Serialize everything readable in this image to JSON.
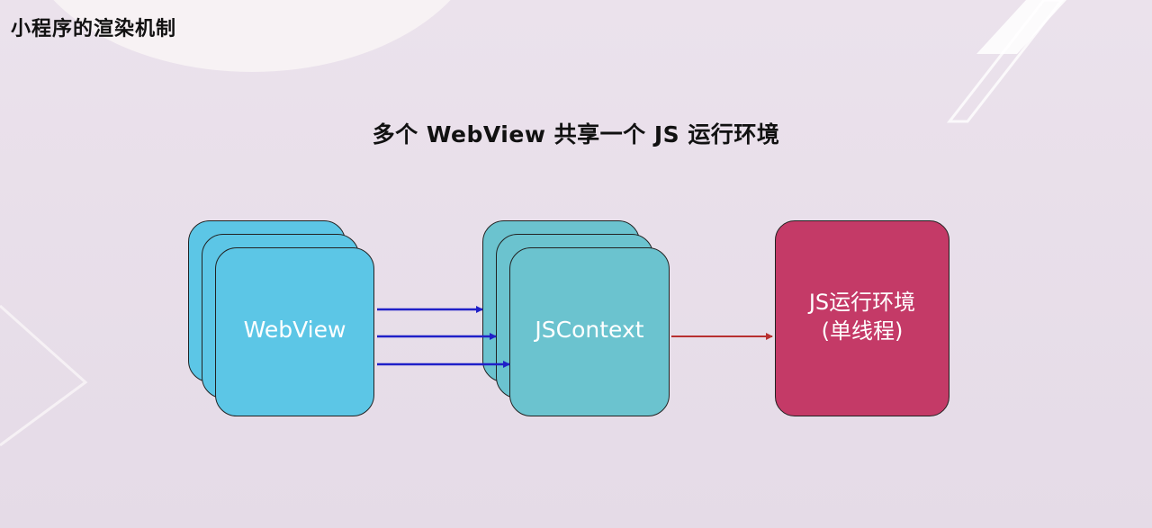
{
  "slide": {
    "title": "小程序的渲染机制",
    "subtitle": "多个 WebView 共享一个 JS 运行环境"
  },
  "diagram": {
    "webview_label": "WebView",
    "jscontext_label": "JSContext",
    "js_env_label_line1": "JS运行环境",
    "js_env_label_line2": "(单线程)"
  },
  "colors": {
    "background": "#e8dfea",
    "webview": "#5cc6e6",
    "jscontext": "#6bc3cf",
    "js_env": "#c43a67",
    "arrow_blue": "#2020c8",
    "arrow_red": "#b83030"
  }
}
